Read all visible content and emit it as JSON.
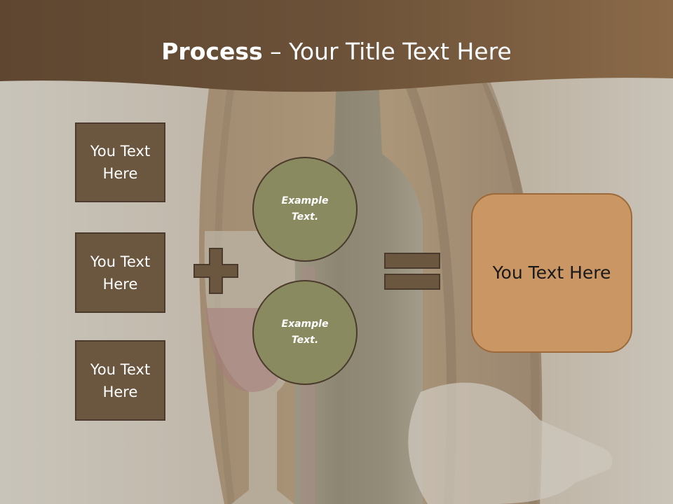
{
  "title": {
    "bold": "Process",
    "separator": " – ",
    "rest": "Your Title Text Here"
  },
  "left_boxes": [
    "You Text Here",
    "You Text Here",
    "You Text Here"
  ],
  "circles": [
    "Example Text.",
    "Example Text."
  ],
  "result": "You Text Here",
  "colors": {
    "header": "#6b5138",
    "box_fill": "#6b5640",
    "circle_fill": "#8a8a60",
    "result_fill": "#c99664",
    "operator_fill": "#6b5640"
  },
  "icons": {
    "plus": "plus-icon",
    "equals": "equals-icon"
  }
}
